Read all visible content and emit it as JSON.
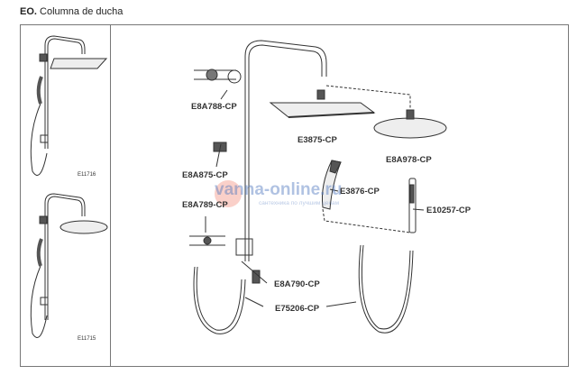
{
  "header": {
    "code": "EO.",
    "title": "Columna de ducha"
  },
  "variants": [
    {
      "code": "E11716"
    },
    {
      "code": "E11715"
    }
  ],
  "parts": {
    "e8a788": "E8A788-CP",
    "e3875": "E3875-CP",
    "e8a978": "E8A978-CP",
    "e8a875": "E8A875-CP",
    "e3876": "E3876-CP",
    "e8a789": "E8A789-CP",
    "e10257": "E10257-CP",
    "e8a790": "E8A790-CP",
    "e75206": "E75206-CP"
  },
  "watermark": {
    "site": "vanna-online.ru",
    "tagline": "сантехника по лучшим ценам"
  }
}
